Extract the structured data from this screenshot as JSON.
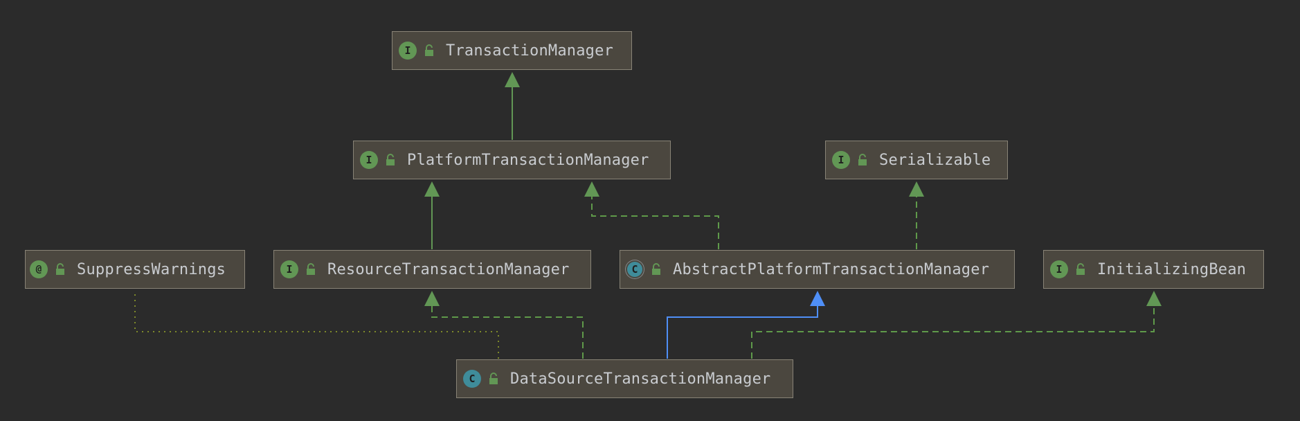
{
  "diagram": {
    "nodes": [
      {
        "id": "transaction-manager",
        "label": "TransactionManager",
        "kind_glyph": "I"
      },
      {
        "id": "platform-transaction-manager",
        "label": "PlatformTransactionManager",
        "kind_glyph": "I"
      },
      {
        "id": "serializable",
        "label": "Serializable",
        "kind_glyph": "I"
      },
      {
        "id": "suppress-warnings",
        "label": "SuppressWarnings",
        "kind_glyph": "@"
      },
      {
        "id": "resource-transaction-manager",
        "label": "ResourceTransactionManager",
        "kind_glyph": "I"
      },
      {
        "id": "abstract-platform-transaction-manager",
        "label": "AbstractPlatformTransactionManager",
        "kind_glyph": "C"
      },
      {
        "id": "initializing-bean",
        "label": "InitializingBean",
        "kind_glyph": "I"
      },
      {
        "id": "data-source-transaction-manager",
        "label": "DataSourceTransactionManager",
        "kind_glyph": "C"
      }
    ],
    "edges": [
      {
        "from": "platform-transaction-manager",
        "to": "transaction-manager",
        "type": "extends"
      },
      {
        "from": "resource-transaction-manager",
        "to": "platform-transaction-manager",
        "type": "extends"
      },
      {
        "from": "abstract-platform-transaction-manager",
        "to": "platform-transaction-manager",
        "type": "implements"
      },
      {
        "from": "abstract-platform-transaction-manager",
        "to": "serializable",
        "type": "implements"
      },
      {
        "from": "data-source-transaction-manager",
        "to": "resource-transaction-manager",
        "type": "implements"
      },
      {
        "from": "data-source-transaction-manager",
        "to": "abstract-platform-transaction-manager",
        "type": "extends"
      },
      {
        "from": "data-source-transaction-manager",
        "to": "initializing-bean",
        "type": "implements"
      },
      {
        "from": "data-source-transaction-manager",
        "to": "suppress-warnings",
        "type": "annotated"
      }
    ],
    "colors": {
      "background": "#2b2b2b",
      "node_fill": "#4b473f",
      "node_border": "#898477",
      "text": "#c9ccd0",
      "interface_badge": "#629755",
      "class_badge": "#3f8c9a",
      "implements_edge": "#5f9a4a",
      "extends_class_edge": "#4f8ff7",
      "annotation_edge": "#7e8a2a"
    }
  }
}
